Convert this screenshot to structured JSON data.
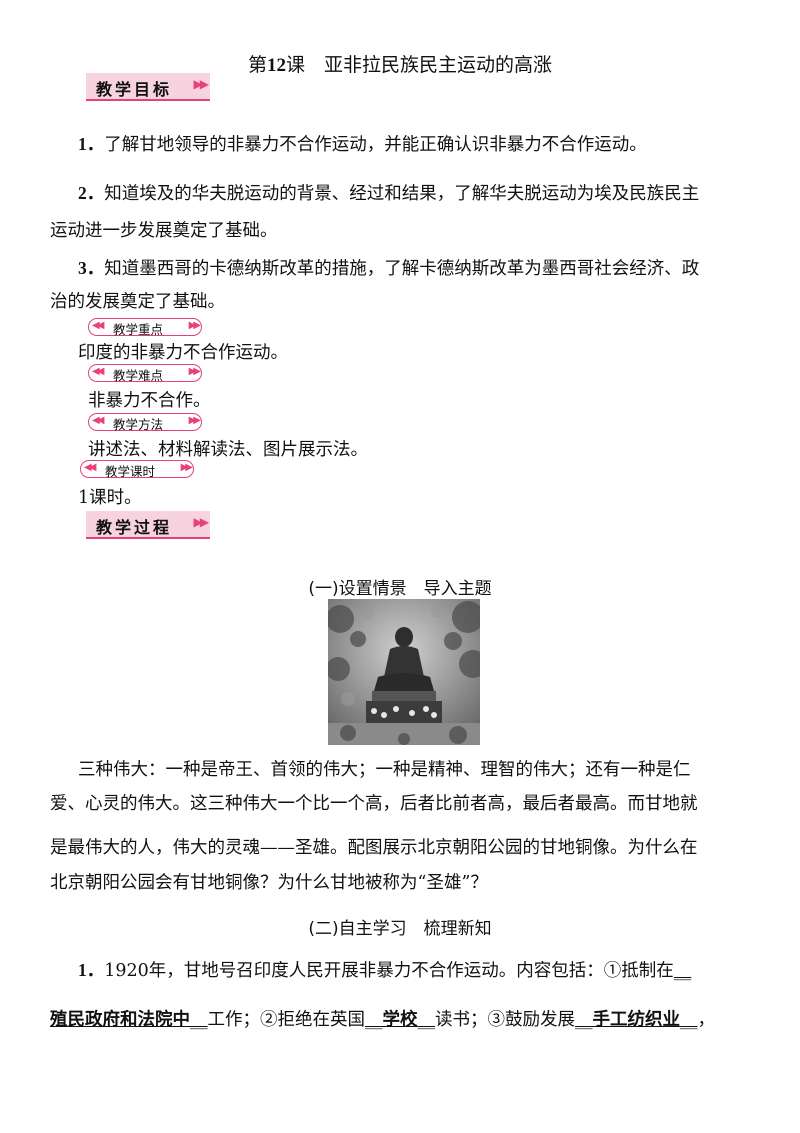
{
  "lesson": {
    "prefix": "第",
    "number": "12",
    "suffix": "课",
    "title": "亚非拉民族民主运动的高涨"
  },
  "headings": {
    "objectives": "教学目标",
    "process": "教学过程",
    "arrow": "▶▶"
  },
  "objectives": [
    {
      "num": "1．",
      "line1": "了解甘地领导的非暴力不合作运动，并能正确认识非暴力不合作运动。",
      "line2": ""
    },
    {
      "num": "2．",
      "line1": "知道埃及的华夫脱运动的背景、经过和结果，了解华夫脱运动为埃及民族民主",
      "line2": "运动进一步发展奠定了基础。"
    },
    {
      "num": "3．",
      "line1": "知道墨西哥的卡德纳斯改革的措施，了解卡德纳斯改革为墨西哥社会经济、政",
      "line2": "治的发展奠定了基础。"
    }
  ],
  "pills": {
    "focus": "教学重点",
    "difficulty": "教学难点",
    "method": "教学方法",
    "hours": "教学课时",
    "arrow_left": "◀◀",
    "arrow_right": "▶▶"
  },
  "focus_text": "印度的非暴力不合作运动。",
  "difficulty_text": "非暴力不合作。",
  "method_text": "讲述法、材料解读法、图片展示法。",
  "hours_text": "1课时。",
  "section1": {
    "title": "(一)设置情景　导入主题"
  },
  "intro": {
    "line1": "三种伟大：一种是帝王、首领的伟大；一种是精神、理智的伟大；还有一种是仁",
    "line2": "爱、心灵的伟大。这三种伟大一个比一个高，后者比前者高，最后者最高。而甘地就",
    "line3": "是最伟大的人，伟大的灵魂——圣雄。配图展示北京朝阳公园的甘地铜像。为什么在",
    "line4": "北京朝阳公园会有甘地铜像？为什么甘地被称为“圣雄”？"
  },
  "section2": {
    "title": "(二)自主学习　梳理新知"
  },
  "q1": {
    "num": "1．",
    "line1": "1920年，甘地号召印度人民开展非暴力不合作运动。内容包括：①抵制在",
    "blank_end": "__",
    "ans1": "殖民政府和法院中",
    "blank1": "__",
    "text2": "工作；②拒绝在英国",
    "pre2": "__",
    "ans2": "学校",
    "post2": "__",
    "text3": "读书；③鼓励发展",
    "pre3": "__",
    "ans3": "手工纺织业",
    "post3": "__",
    "end": "，"
  },
  "photo": {
    "alt": "甘地铜像"
  }
}
